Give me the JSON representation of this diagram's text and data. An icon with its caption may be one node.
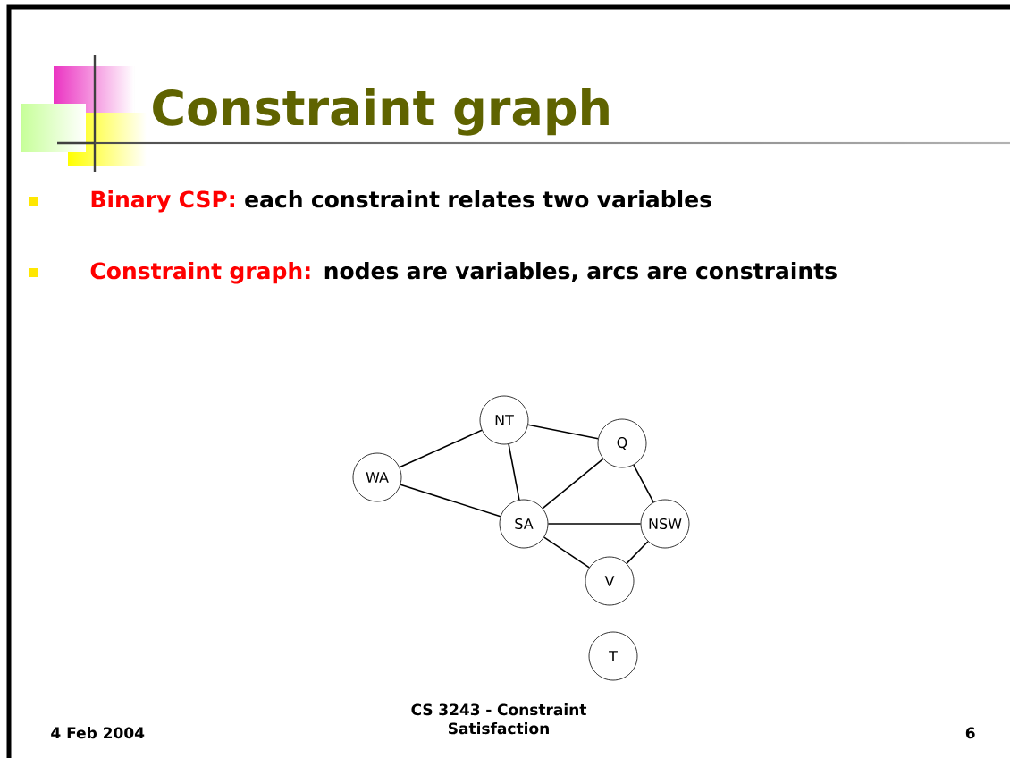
{
  "diagram": {
    "title": "Constraint graph",
    "nodes": [
      {
        "text": [
          "WA"
        ]
      },
      {
        "text": [
          "NT"
        ]
      },
      {
        "text": [
          "Q"
        ]
      },
      {
        "text": [
          "SA"
        ]
      },
      {
        "text": [
          "NSW"
        ]
      },
      {
        "text": [
          "V"
        ]
      },
      {
        "text": [
          "T"
        ]
      }
    ],
    "edges": [
      {
        "from": 0,
        "to": 1,
        "arrow": "none"
      },
      {
        "from": 0,
        "to": 3,
        "arrow": "none"
      },
      {
        "from": 1,
        "to": 3,
        "arrow": "none"
      },
      {
        "from": 1,
        "to": 2,
        "arrow": "none"
      },
      {
        "from": 3,
        "to": 2,
        "arrow": "none"
      },
      {
        "from": 3,
        "to": 4,
        "arrow": "none"
      },
      {
        "from": 3,
        "to": 5,
        "arrow": "none"
      },
      {
        "from": 2,
        "to": 4,
        "arrow": "none"
      },
      {
        "from": 4,
        "to": 5,
        "arrow": "none"
      }
    ],
    "labels": [
      "Binary CSP:",
      "each constraint relates two variables",
      "Constraint graph:",
      "nodes are variables, arcs are constraints",
      "4 Feb 2004",
      "CS 3243 - Constraint Satisfaction",
      "6"
    ]
  }
}
